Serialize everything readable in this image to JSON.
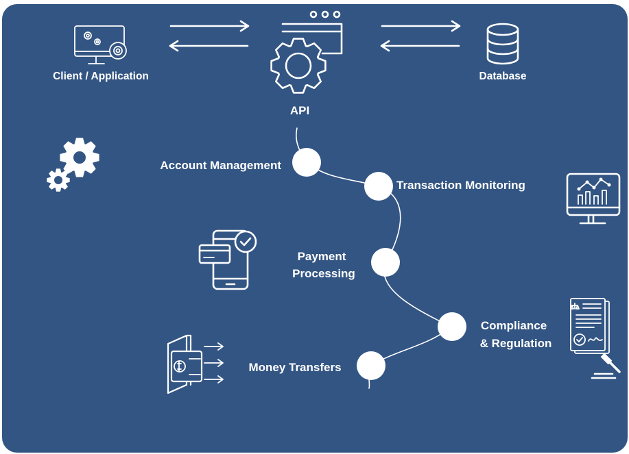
{
  "diagram": {
    "background": "#335583",
    "foreground": "#ffffff",
    "top_nodes": {
      "client": {
        "label": "Client / Application",
        "icon": "monitor-gears-icon"
      },
      "api": {
        "label": "API",
        "icon": "api-gear-window-icon"
      },
      "database": {
        "label": "Database",
        "icon": "database-icon"
      }
    },
    "stages": [
      {
        "label": "Account Management",
        "icon": "gears-icon"
      },
      {
        "label": "Transaction Monitoring",
        "icon": "monitor-chart-icon"
      },
      {
        "label_line1": "Payment",
        "label_line2": "Processing",
        "icon": "phone-card-check-icon"
      },
      {
        "label_line1": "Compliance",
        "label_line2": "& Regulation",
        "icon": "document-gavel-icon"
      },
      {
        "label": "Money Transfers",
        "icon": "wallet-cash-arrows-icon"
      }
    ]
  }
}
